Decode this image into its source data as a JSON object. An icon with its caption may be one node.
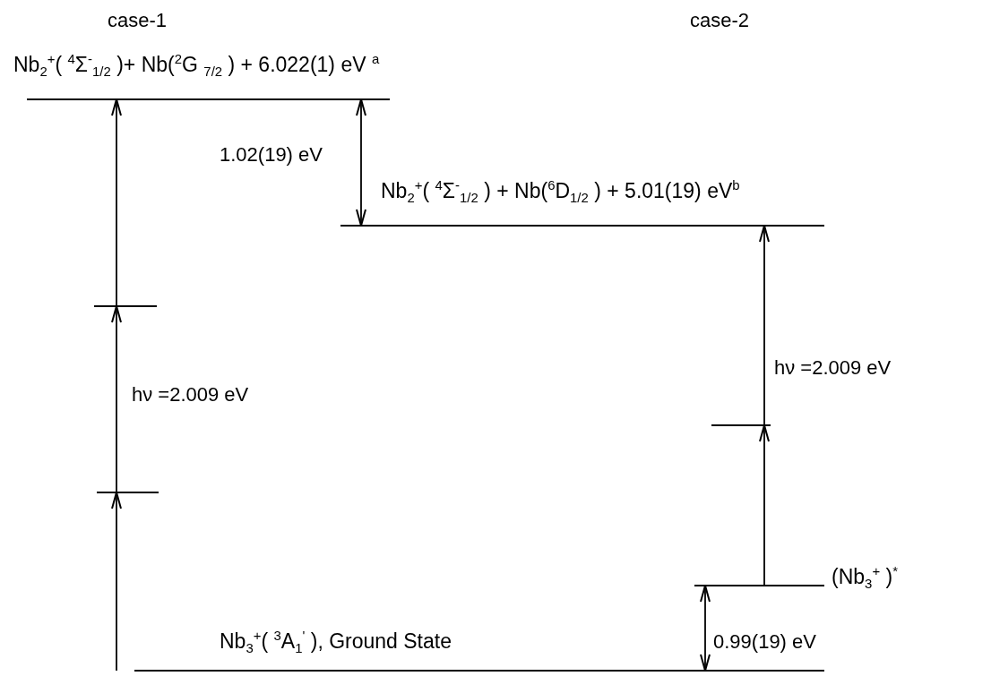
{
  "diagram": {
    "nodes": [
      {
        "text": [
          "Nb$_{2}$$^{+}$( $^{4}$Σ$^{-}$$_{1/2}$ )+ Nb($^{2}$G $_{7/2}$ ) + 6.022(1) eV $^{a}$"
        ]
      },
      {
        "text": [
          "Nb$_{2}$$^{+}$( $^{4}$Σ$^{-}$$_{1/2}$ ) + Nb($^{6}$D$_{1/2}$ ) + 5.01(19) eV$^{b}$"
        ]
      },
      {
        "text": [],
        "shape": "bar"
      },
      {
        "text": [],
        "shape": "bar"
      },
      {
        "text": [],
        "shape": "bar"
      },
      {
        "text": [
          "(Nb$_{3}$$^{+}$ )$^{*}$"
        ]
      },
      {
        "text": [
          "Nb$_{3}$$^{+}$( $^{3}$A$_{1}$$^{'}$ ), Ground State"
        ]
      }
    ],
    "edges": [
      {
        "from": 6,
        "to": 3,
        "arrow": "to"
      },
      {
        "from": 3,
        "to": 2,
        "arrow": "to",
        "label": "hν =2.009 eV"
      },
      {
        "from": 2,
        "to": 0,
        "arrow": "to"
      },
      {
        "from": 0,
        "to": 1,
        "arrow": "both",
        "label": "1.02(19) eV"
      },
      {
        "from": 5,
        "to": 4,
        "arrow": "to"
      },
      {
        "from": 4,
        "to": 1,
        "arrow": "to",
        "label": "hν =2.009 eV"
      },
      {
        "from": 6,
        "to": 5,
        "arrow": "both",
        "label": "0.99(19) eV"
      }
    ],
    "labels": [
      "case-1",
      "case-2"
    ]
  }
}
